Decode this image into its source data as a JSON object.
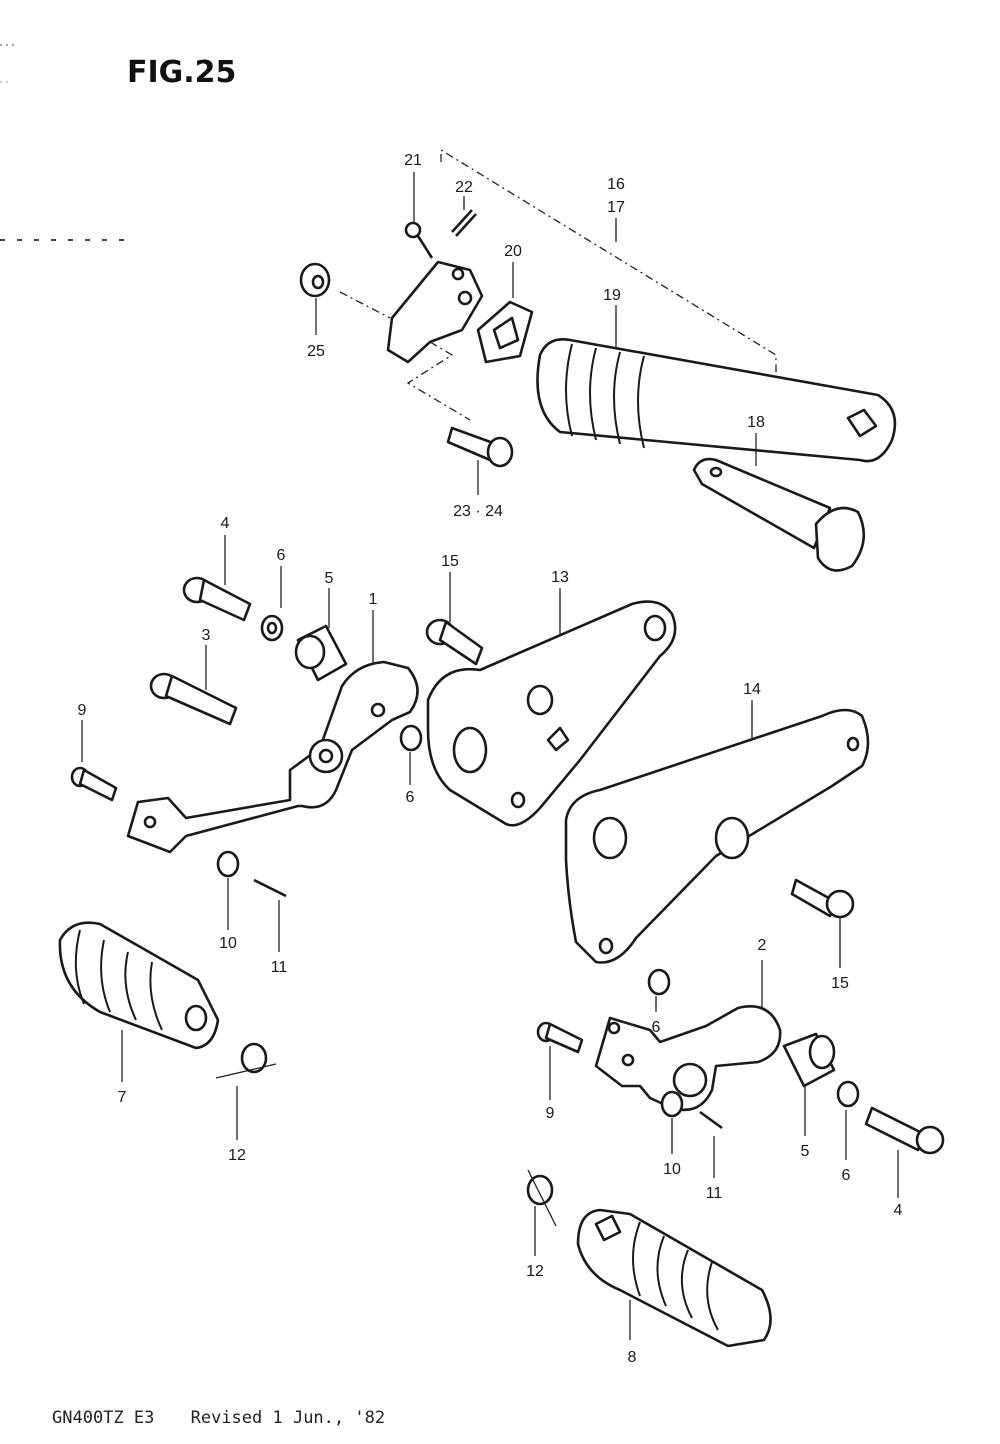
{
  "figure": {
    "title": "FIG.25",
    "callouts": [
      "21",
      "22",
      "16",
      "17",
      "20",
      "19",
      "25",
      "18",
      "23 · 24",
      "4",
      "6",
      "5",
      "15",
      "13",
      "1",
      "3",
      "9",
      "6",
      "14",
      "10",
      "11",
      "15",
      "2",
      "6",
      "7",
      "12",
      "9",
      "10",
      "11",
      "5",
      "6",
      "4",
      "12",
      "8"
    ]
  },
  "footer": {
    "model": "GN400TZ E3",
    "revision": "Revised 1 Jun., '82"
  }
}
